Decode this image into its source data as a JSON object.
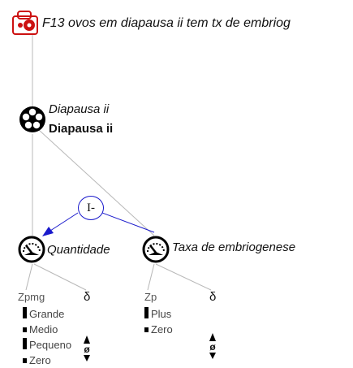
{
  "model": {
    "title": "F13 ovos em diapausa ii tem tx de embriog",
    "entity": {
      "name_italic": "Diapausa ii",
      "name_bold": "Diapausa ii"
    },
    "influence": {
      "label": "I-"
    },
    "quantities": [
      {
        "name": "Quantidade",
        "space_label": "Zpmg",
        "values": [
          "Grande",
          "Medio",
          "Pequeno",
          "Zero"
        ],
        "derivative_symbol": "δ",
        "derivative_value": "ø"
      },
      {
        "name": "Taxa de embriogenese",
        "space_label": "Zp",
        "values": [
          "Plus",
          "Zero"
        ],
        "derivative_symbol": "δ",
        "derivative_value": "ø"
      }
    ],
    "icons": {
      "model_fragment": "model-fragment-icon",
      "entity": "entity-reel-icon",
      "quantity": "quantity-gauge-icon"
    },
    "colors": {
      "model_fragment": "#cc1111",
      "influence": "#1a1acc",
      "lines": "#b8b8b8"
    }
  }
}
